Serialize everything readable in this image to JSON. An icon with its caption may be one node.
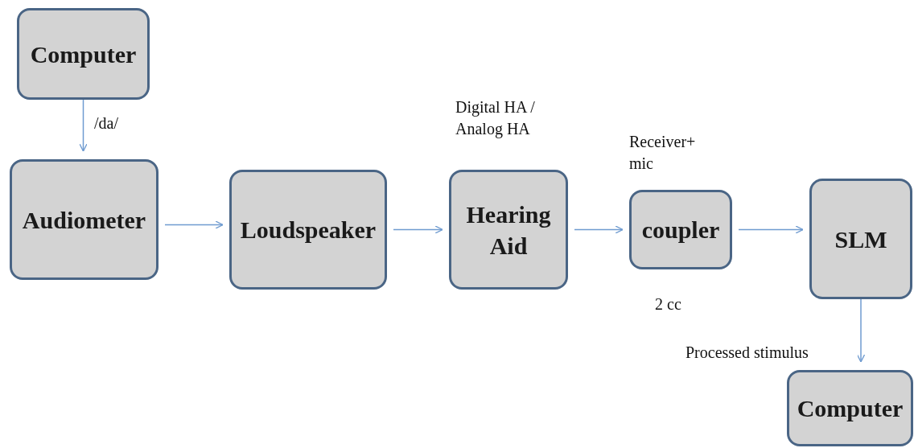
{
  "diagram": {
    "nodes": [
      {
        "text": [
          "Computer"
        ]
      },
      {
        "text": [
          "Audiometer"
        ]
      },
      {
        "text": [
          "Loudspeaker"
        ]
      },
      {
        "text": [
          "Hearing Aid"
        ],
        "beside": [
          "Digital HA / Analog HA"
        ]
      },
      {
        "text": [
          "coupler"
        ],
        "beside": [
          "Receiver+ mic",
          "2 cc"
        ]
      },
      {
        "text": [
          "SLM"
        ]
      },
      {
        "text": [
          "Computer"
        ]
      }
    ],
    "edges": [
      {
        "from": 0,
        "to": 1,
        "arrow": "to",
        "label": "/da/"
      },
      {
        "from": 1,
        "to": 2,
        "arrow": "to"
      },
      {
        "from": 2,
        "to": 3,
        "arrow": "to"
      },
      {
        "from": 3,
        "to": 4,
        "arrow": "to"
      },
      {
        "from": 4,
        "to": 5,
        "arrow": "to"
      },
      {
        "from": 5,
        "to": 6,
        "arrow": "to",
        "label": "Processed stimulus"
      }
    ]
  }
}
